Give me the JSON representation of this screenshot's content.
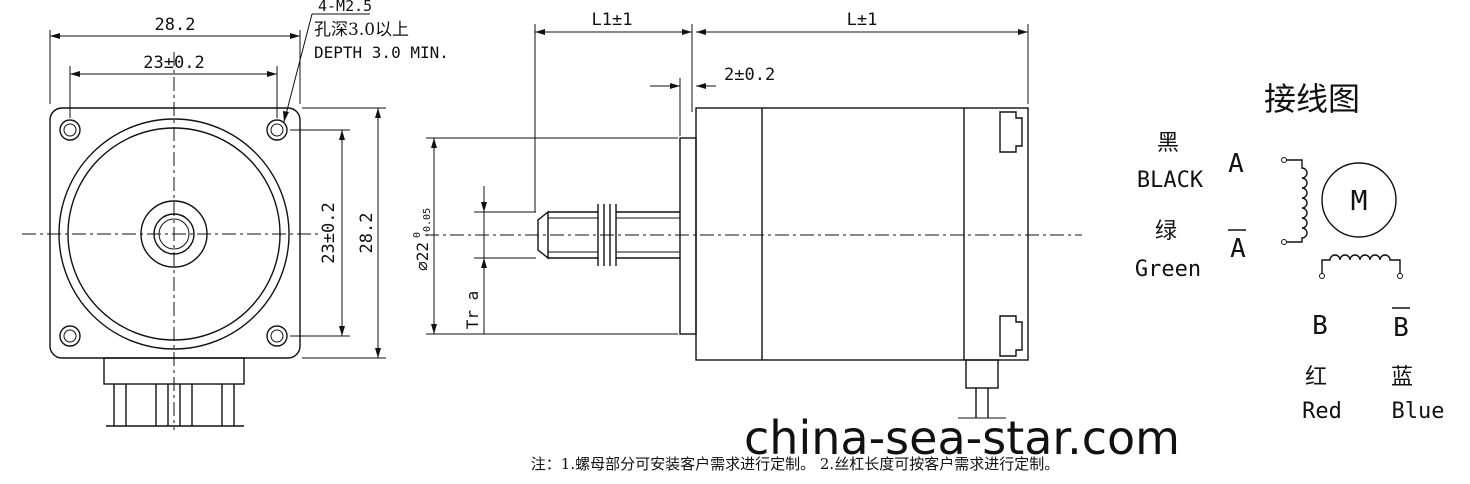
{
  "front_view": {
    "overall_width": "28.2",
    "hole_spacing_horizontal": "23±0.2",
    "hole_spacing_vertical": "23±0.2",
    "overall_height": "28.2",
    "hole_callout_line1": "4-M2.5",
    "hole_callout_line2": "孔深3.0以上",
    "hole_callout_line3": "DEPTH 3.0 MIN."
  },
  "side_view": {
    "shaft_length": "L1±1",
    "body_length": "L±1",
    "boss_length": "2±0.2",
    "boss_diameter_symbol": "⌀22",
    "boss_diameter_upper_tol": "0",
    "boss_diameter_lower_tol": "-0.05",
    "thread_label": "Tr a"
  },
  "wiring": {
    "title": "接线图",
    "black_cn": "黑",
    "black_en": "BLACK",
    "green_cn": "绿",
    "green_en": "Green",
    "phase_a": "A",
    "phase_a_bar": "A",
    "motor_label": "M",
    "phase_b": "B",
    "phase_b_bar": "B",
    "red_cn": "红",
    "red_en": "Red",
    "blue_cn": "蓝",
    "blue_en": "Blue"
  },
  "watermark": "china-sea-star.com",
  "note": "注：1.螺母部分可安装客户需求进行定制。 2.丝杠长度可按客户需求进行定制。"
}
